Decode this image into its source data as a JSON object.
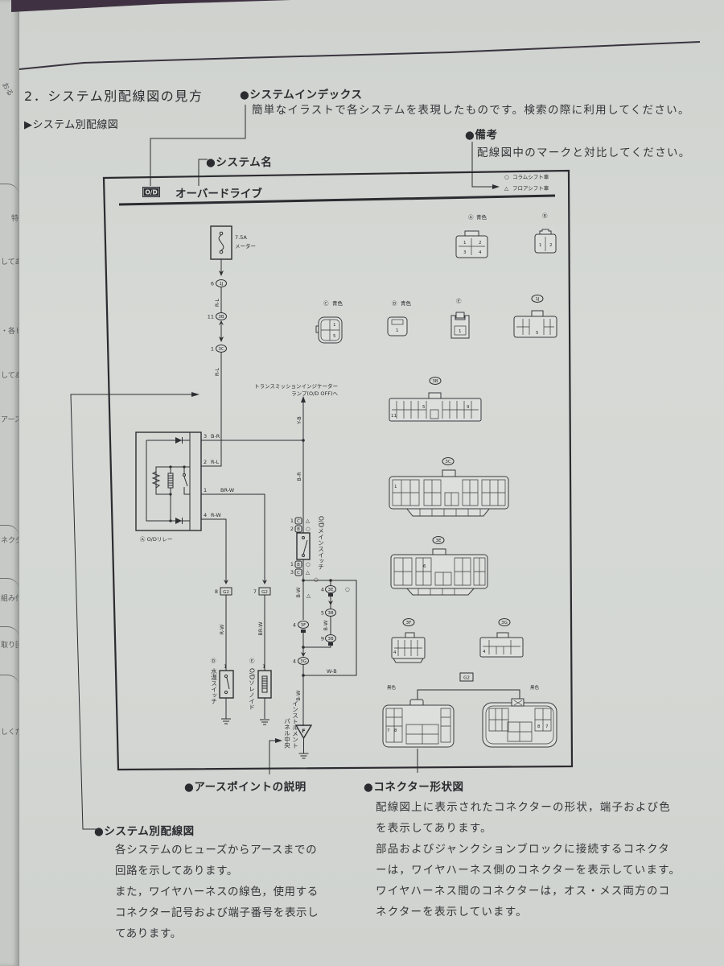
{
  "page": {
    "section_title": "2．システム別配線図の見方",
    "subsection_title": "▶システム別配線図"
  },
  "callouts": {
    "system_index": {
      "title": "●システムインデックス",
      "text": "簡単なイラストで各システムを表現したものです。検索の際に利用してください。"
    },
    "remarks": {
      "title": "●備考",
      "text": "配線図中のマークと対比してください。"
    },
    "system_name": {
      "title": "●システム名"
    },
    "ground_point": {
      "title": "●アースポイントの説明"
    },
    "connector_shape": {
      "title": "●コネクター形状図",
      "lines": [
        "配線図上に表示されたコネクターの形状，端子および色",
        "を表示してあります。",
        "部品およびジャンクションブロックに接続するコネクタ",
        "ーは，ワイヤハーネス側のコネクターを表示しています。",
        "ワイヤハーネス間のコネクターは，オス・メス両方のコ",
        "ネクターを表示しています。"
      ]
    },
    "system_wiring": {
      "title": "●システム別配線図",
      "lines": [
        "各システムのヒューズからアースまでの",
        "回路を示してあります。",
        "また，ワイヤハーネスの線色，使用する",
        "コネクター記号および端子番号を表示し",
        "てあります。"
      ]
    }
  },
  "diagram": {
    "system_code": "O/D",
    "system_name": "オーバードライブ",
    "legend": [
      {
        "symbol": "○",
        "label": "コラムシフト車"
      },
      {
        "symbol": "△",
        "label": "フロアシフト車"
      }
    ],
    "fuse": {
      "rating": "7.5A",
      "name": "メーター"
    },
    "indicator_note": [
      "トランスミッションインジケーター",
      "ランプ(O/D OFF)へ"
    ],
    "relay": {
      "label": "Ⓐ O/Dリレー",
      "pins": [
        {
          "no": "3",
          "wire": "B-R"
        },
        {
          "no": "2",
          "wire": "R-L"
        },
        {
          "no": "1",
          "wire": "BR-W"
        },
        {
          "no": "4",
          "wire": "R-W"
        }
      ]
    },
    "main_switch": {
      "name": "O/Dメインスイッチ",
      "terminals": [
        {
          "no": "1",
          "conn": "C",
          "mark": "△"
        },
        {
          "no": "2",
          "conn": "B",
          "mark": "○"
        },
        {
          "no": "1",
          "conn": "B",
          "mark": "○"
        },
        {
          "no": "3",
          "conn": "C",
          "mark": "△"
        }
      ],
      "mark_below": "○"
    },
    "water_temp_switch": {
      "ref": "Ⓓ",
      "name": "水温スイッチ",
      "pin": "1"
    },
    "solenoid": {
      "ref": "Ⓔ",
      "name": "O/Dソレノイド",
      "pin": "1"
    },
    "ground": {
      "code": "F",
      "location": [
        "インストルメント",
        "パネル中央"
      ]
    },
    "junctions": [
      {
        "pin": "6",
        "conn": "1J"
      },
      {
        "pin": "11",
        "conn": "3B"
      },
      {
        "pin": "1",
        "conn": "3C"
      },
      {
        "pin": "8",
        "conn": "G2"
      },
      {
        "pin": "7",
        "conn": "G2"
      },
      {
        "pin": "4",
        "conn": "3E"
      },
      {
        "pin": "5",
        "conn": "3B"
      },
      {
        "pin": "9",
        "conn": "3B"
      },
      {
        "pin": "4",
        "conn": "3F"
      },
      {
        "pin": "4",
        "conn": "3G"
      }
    ],
    "wire_colors": {
      "fuse_upper": "R-L",
      "fuse_lower": "R-L",
      "indicator": "Y-B",
      "switch_feed": "B-R",
      "temp_switch": "R-W",
      "solenoid": "BR-W",
      "switch_out": "B-W",
      "branch": "B-W",
      "loop": "W-B",
      "ground": "B-W"
    },
    "marks": {
      "switch_out": "△",
      "loop": "○"
    }
  },
  "connectors": {
    "A": {
      "label": "Ⓐ",
      "color": "青色",
      "pins": [
        "1",
        "2",
        "3",
        "4"
      ]
    },
    "B": {
      "label": "Ⓑ",
      "pins": [
        "1",
        "2"
      ]
    },
    "C": {
      "label": "Ⓒ",
      "color": "青色",
      "pins": [
        "1",
        "5"
      ]
    },
    "D": {
      "label": "Ⓓ",
      "color": "青色",
      "pins": [
        "1"
      ]
    },
    "E": {
      "label": "Ⓔ",
      "pins": [
        "1"
      ]
    },
    "1J": {
      "label": "1J",
      "pins": [
        "5"
      ]
    },
    "3B": {
      "label": "3B",
      "pins": [
        "5",
        "9",
        "11"
      ]
    },
    "3C": {
      "label": "3C",
      "pins": [
        "1"
      ]
    },
    "3E": {
      "label": "3E",
      "pins": [
        "6"
      ]
    },
    "3F": {
      "label": "3F",
      "pins": [
        "4"
      ]
    },
    "3G": {
      "label": "3G",
      "pins": [
        "4"
      ]
    },
    "G2": {
      "label": "G2",
      "colors": [
        "黒色",
        "黒色"
      ],
      "pins_left": [
        "7",
        "8"
      ],
      "pins_right": [
        "8",
        "7"
      ]
    }
  },
  "left_page": {
    "fragments": [
      "おる",
      "特",
      "してあり",
      "・各ヒュー",
      "してありま",
      "アースを",
      "ネクター",
      "組み付け",
      "取り回し",
      "しください"
    ]
  }
}
